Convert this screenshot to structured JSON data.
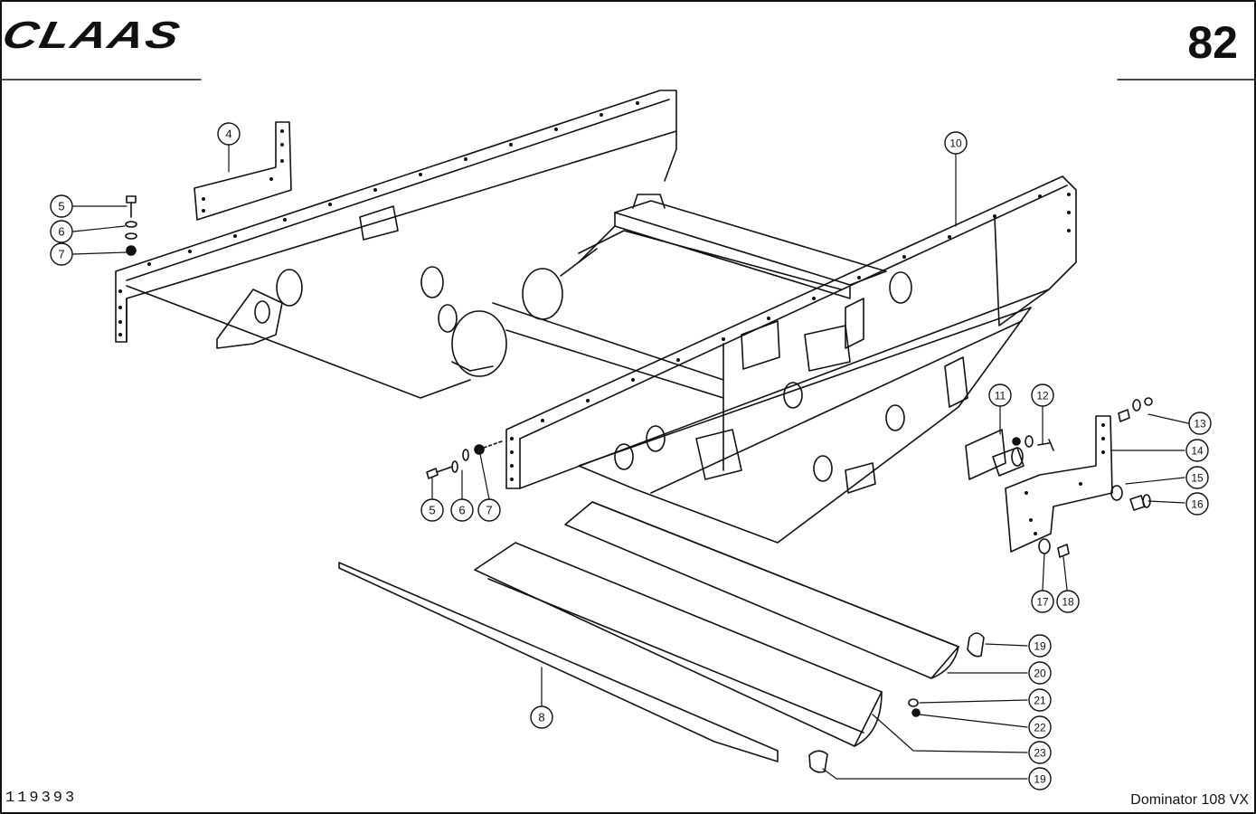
{
  "header": {
    "brand": "CLAAS",
    "page_number": "82"
  },
  "footer": {
    "drawing_number": "119393",
    "model": "Dominator 108 VX"
  },
  "callouts": [
    "4",
    "5",
    "6",
    "7",
    "10",
    "11",
    "12",
    "13",
    "14",
    "15",
    "16",
    "5",
    "6",
    "7",
    "17",
    "18",
    "19",
    "20",
    "21",
    "22",
    "8",
    "23",
    "19"
  ]
}
